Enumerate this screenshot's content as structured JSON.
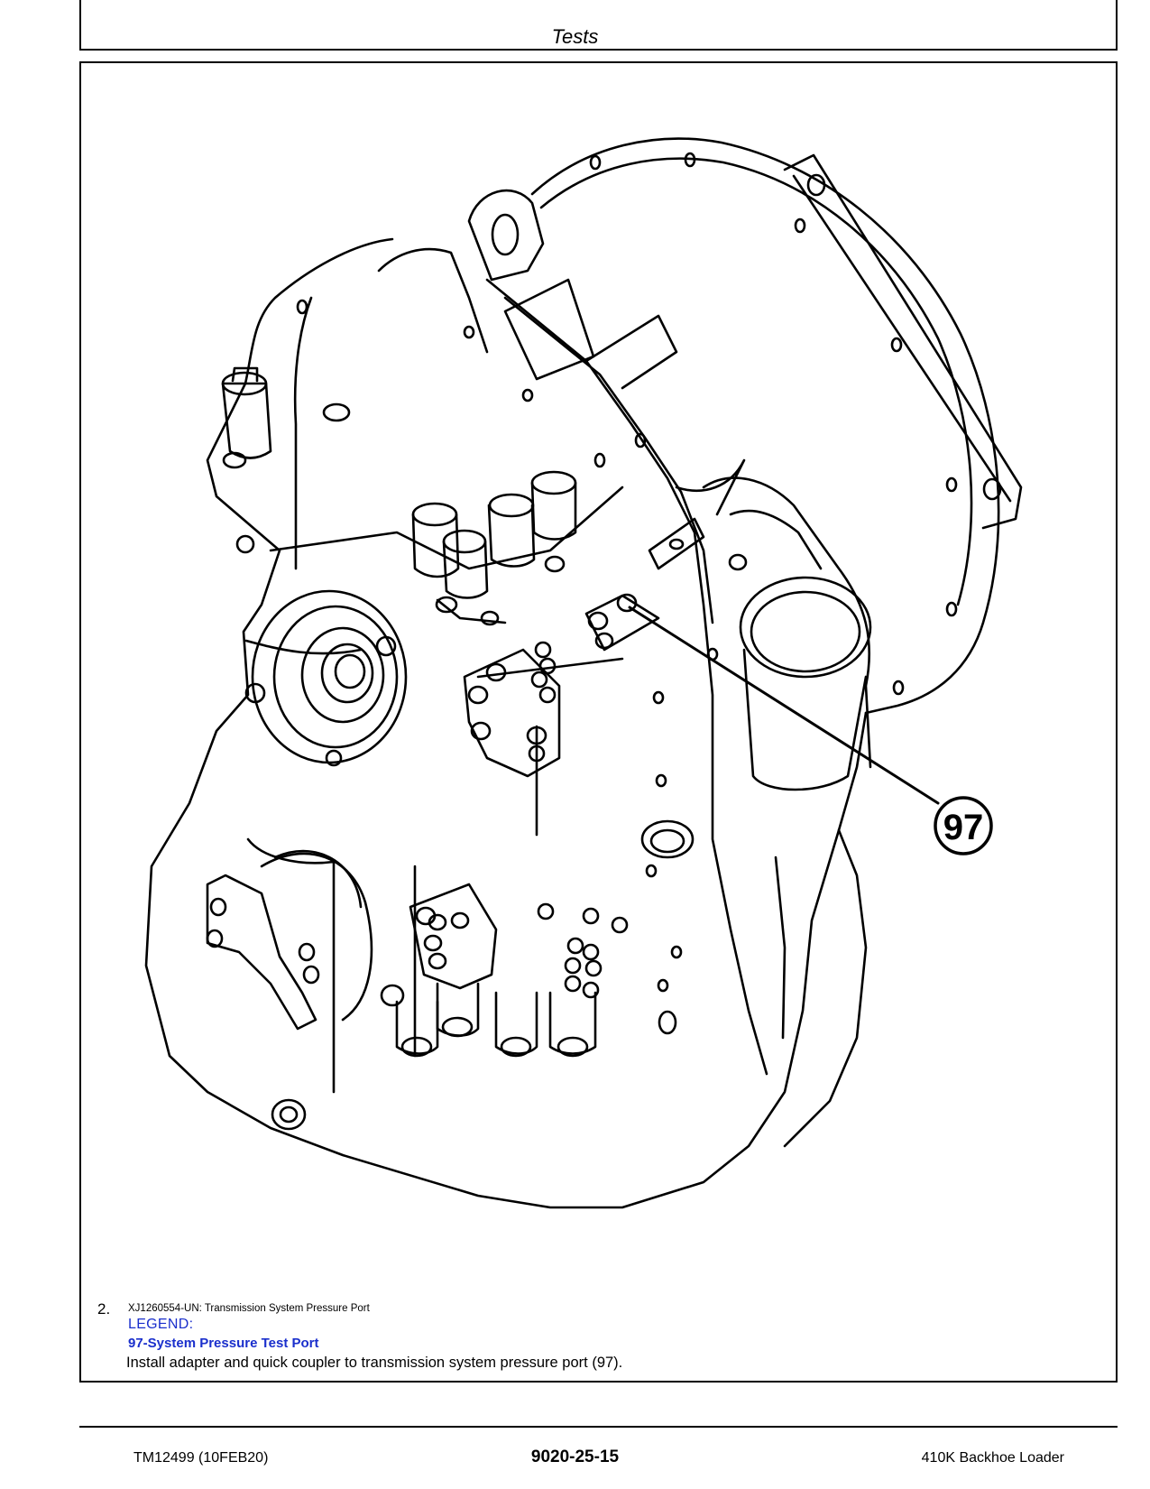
{
  "header": {
    "section_title": "Tests"
  },
  "figure": {
    "callout": "97"
  },
  "step": {
    "number": "2.",
    "caption": "XJ1260554-UN: Transmission System Pressure Port",
    "legend_heading": "LEGEND:",
    "legend_item": "97-System Pressure Test Port",
    "instruction": "Install adapter and quick coupler to transmission system pressure port (97)."
  },
  "footer": {
    "manual_id": "TM12499 (10FEB20)",
    "page_number": "9020-25-15",
    "model": "410K Backhoe Loader"
  }
}
